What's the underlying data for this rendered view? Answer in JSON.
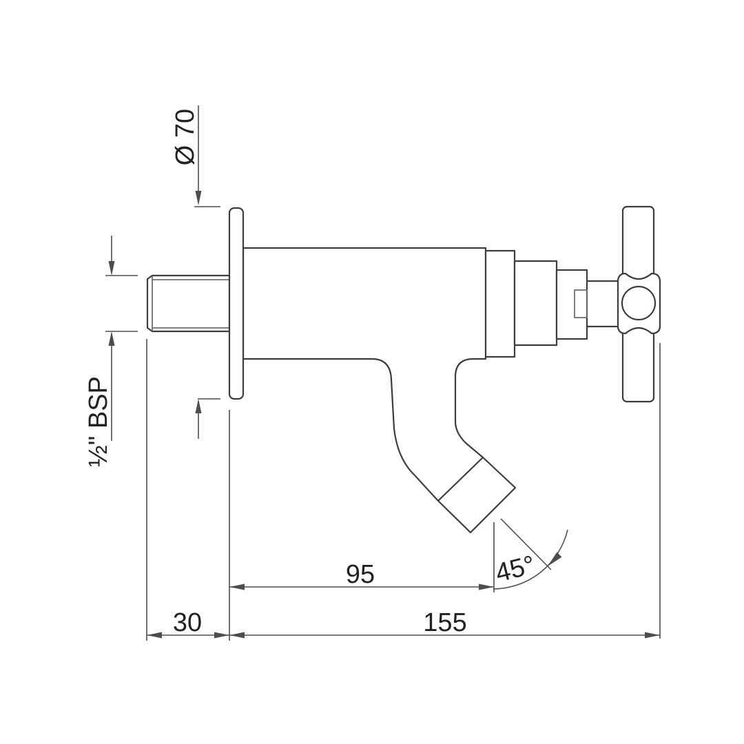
{
  "drawing": {
    "labels": {
      "flange_diameter": "Ø 70",
      "inlet_thread": "½\" BSP",
      "spout_reach": "95",
      "spout_angle": "45°",
      "wall_offset": "30",
      "overall_projection": "155"
    },
    "colors": {
      "background": "#ffffff",
      "outline": "#3c3c3c",
      "dimension": "#4d4d4d",
      "text": "#222222"
    }
  }
}
